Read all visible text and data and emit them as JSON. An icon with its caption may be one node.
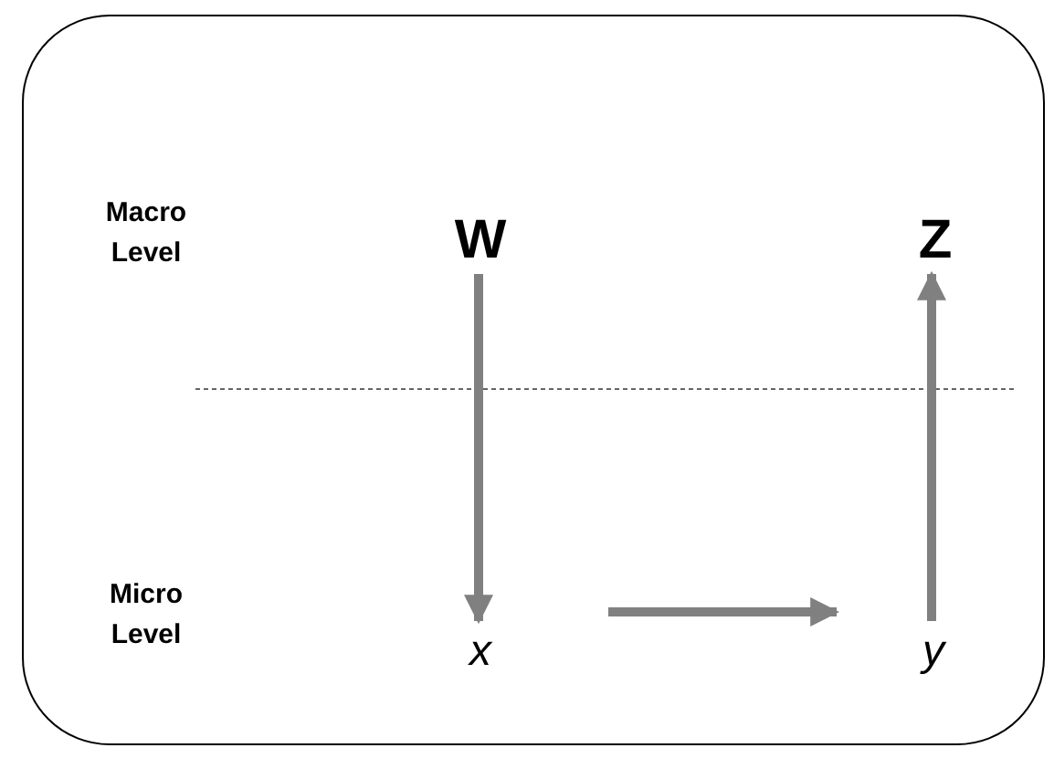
{
  "diagram": {
    "nodes": [
      {
        "text": [],
        "shape": "box"
      },
      {
        "text": [
          "W"
        ],
        "in": 0
      },
      {
        "text": [
          "Z"
        ],
        "in": 0
      },
      {
        "text": [
          "x"
        ],
        "in": 0
      },
      {
        "text": [
          "y"
        ],
        "in": 0
      }
    ],
    "edges": [
      {
        "from": 1,
        "to": 3,
        "arrow": "to"
      },
      {
        "from": 3,
        "to": 4,
        "arrow": "to"
      },
      {
        "from": 4,
        "to": 2,
        "arrow": "to"
      }
    ],
    "labels": [
      "Macro Level",
      "Micro Level"
    ]
  }
}
